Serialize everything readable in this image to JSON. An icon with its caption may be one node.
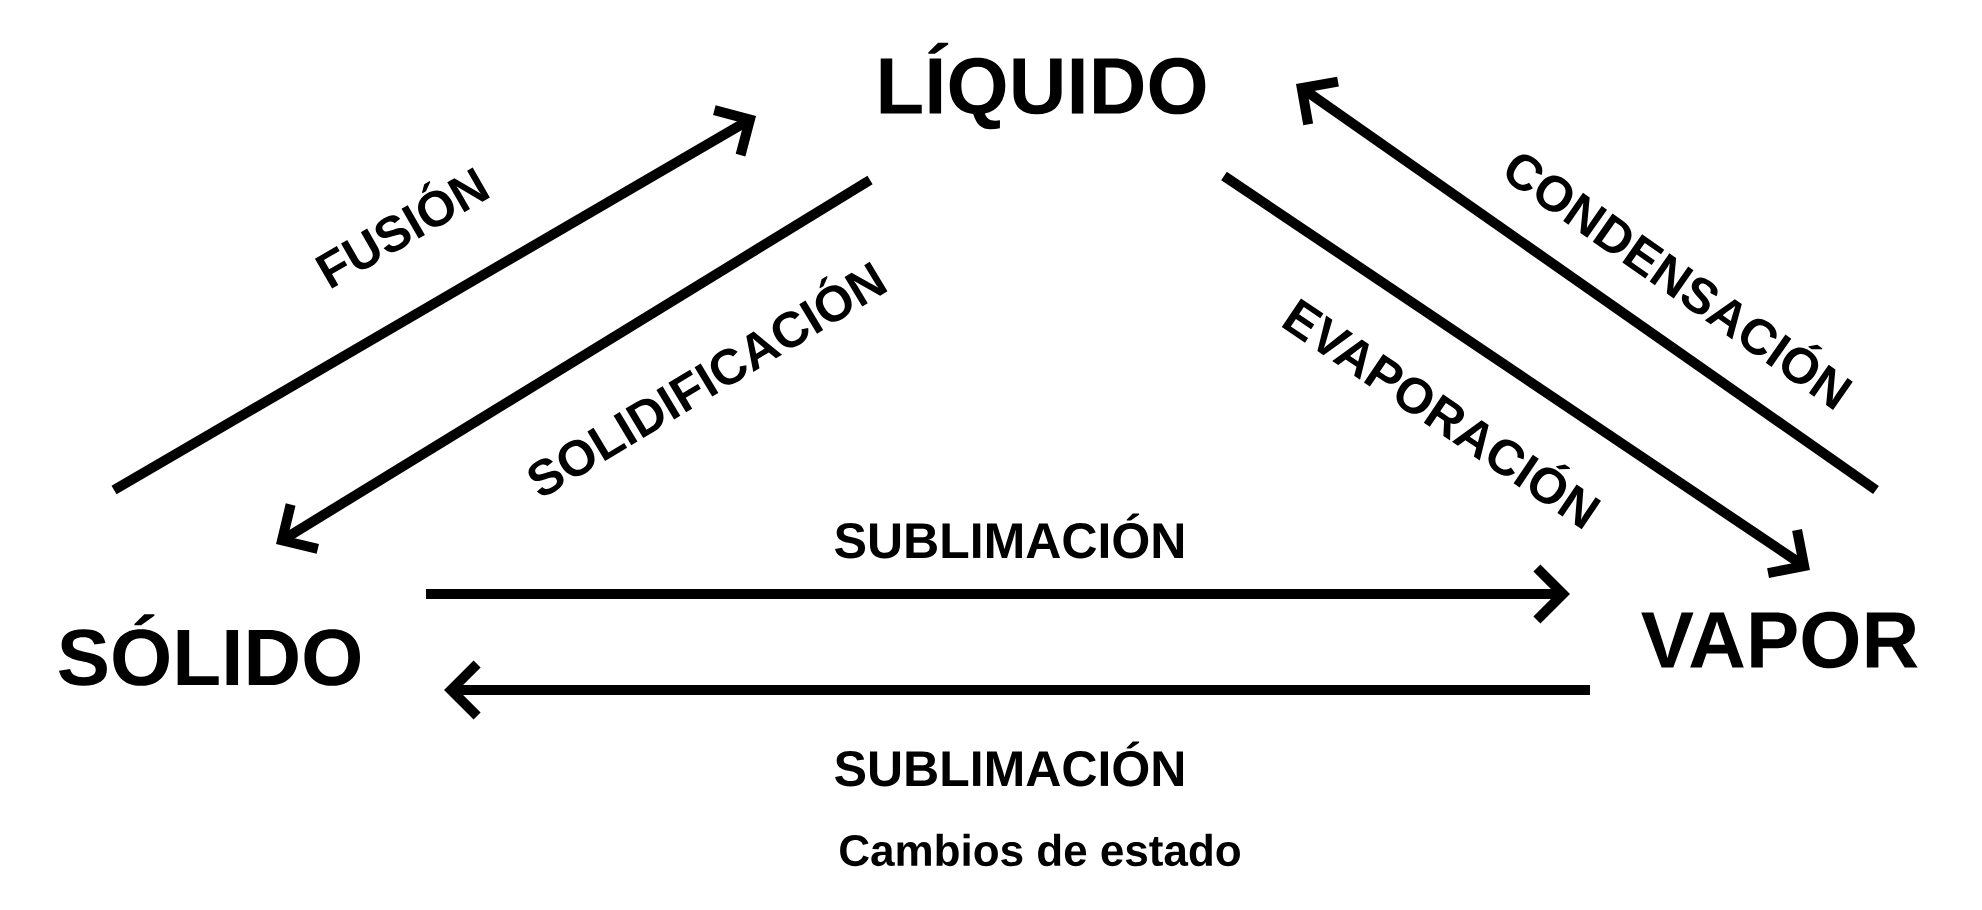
{
  "diagram": {
    "caption": "Cambios de estado",
    "nodes": [
      {
        "text": [
          "LÍQUIDO"
        ]
      },
      {
        "text": [
          "SÓLIDO"
        ]
      },
      {
        "text": [
          "VAPOR"
        ]
      }
    ],
    "edges": [
      {
        "from": 1,
        "to": 0,
        "arrow": "to",
        "label": "FUSIÓN"
      },
      {
        "from": 0,
        "to": 1,
        "arrow": "to",
        "label": "SOLIDIFICACIÓN"
      },
      {
        "from": 0,
        "to": 2,
        "arrow": "to",
        "label": "EVAPORACIÓN"
      },
      {
        "from": 2,
        "to": 0,
        "arrow": "to",
        "label": "CONDENSACIÓN"
      },
      {
        "from": 1,
        "to": 2,
        "arrow": "to",
        "label": "SUBLIMACIÓN"
      },
      {
        "from": 2,
        "to": 1,
        "arrow": "to",
        "label": "SUBLIMACIÓN"
      }
    ]
  }
}
